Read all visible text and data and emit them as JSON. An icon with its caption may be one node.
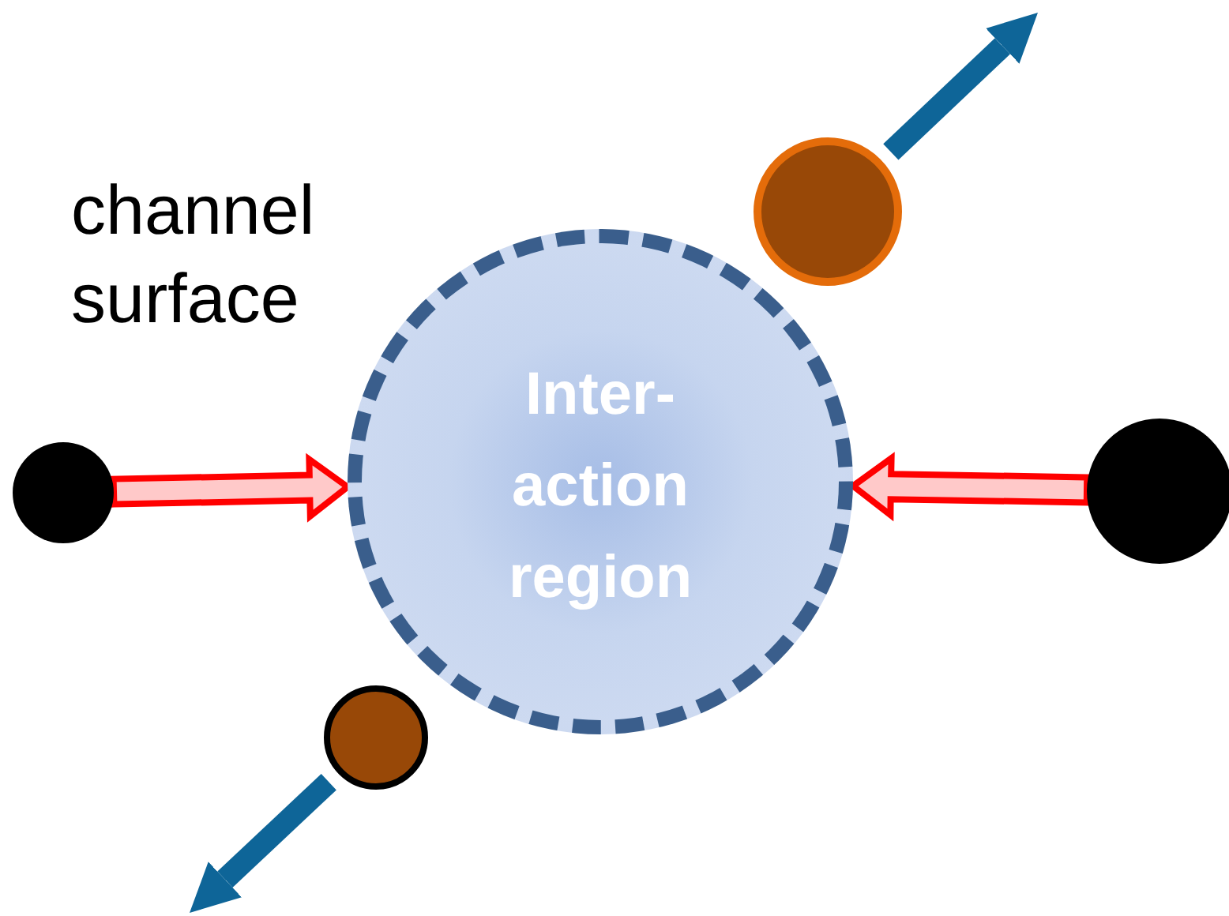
{
  "diagram": {
    "nodes": [
      {
        "text": [
          "Inter- action region"
        ]
      },
      {
        "text": [],
        "shape": "circle"
      },
      {
        "text": [],
        "shape": "circle"
      },
      {
        "text": [],
        "shape": "circle"
      },
      {
        "text": [],
        "shape": "circle"
      }
    ],
    "edges": [
      {
        "from": 1,
        "to": 0,
        "arrow": "to",
        "color": "#ff0000"
      },
      {
        "from": 2,
        "to": 0,
        "arrow": "to",
        "color": "#ff0000"
      },
      {
        "from": 3,
        "to": null,
        "arrow": "to",
        "color": "#0e6598"
      },
      {
        "from": 4,
        "to": null,
        "arrow": "to",
        "color": "#0e6598"
      }
    ],
    "labels": [
      "channel surface"
    ]
  }
}
